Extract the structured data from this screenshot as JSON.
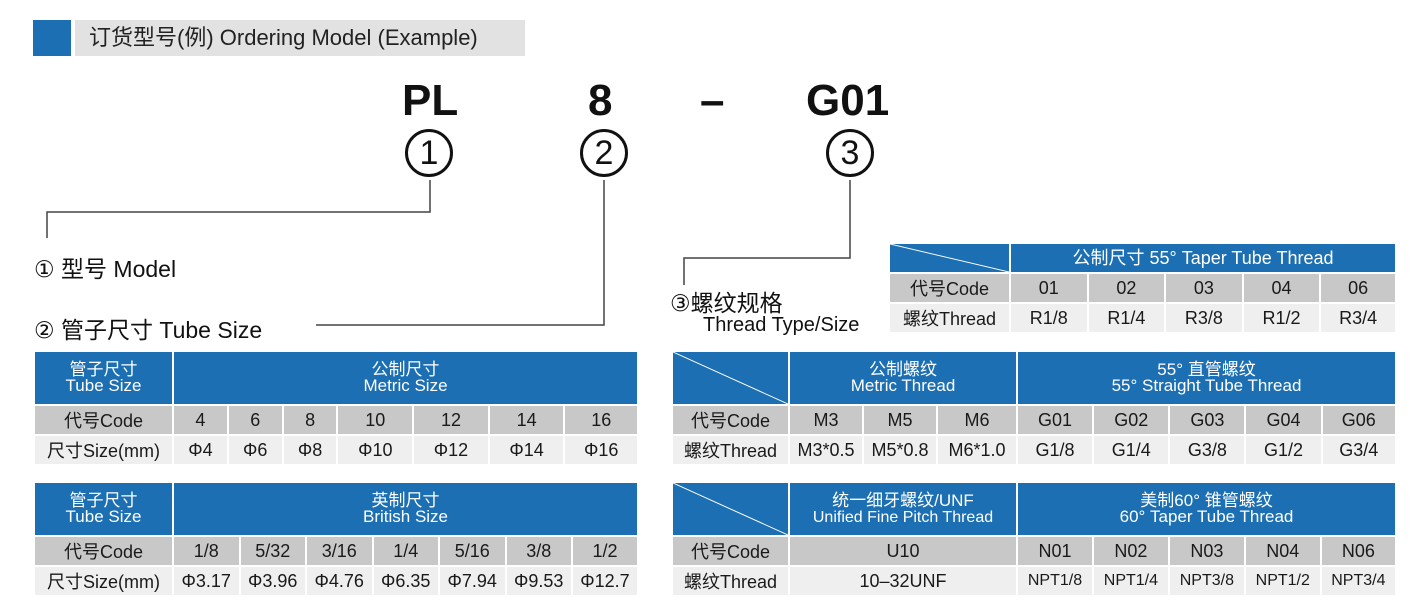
{
  "header": {
    "title": "订货型号(例) Ordering Model (Example)"
  },
  "model": {
    "code1": "PL",
    "code2": "8",
    "dash": "–",
    "code3": "G01",
    "n1": "1",
    "n2": "2",
    "n3": "3"
  },
  "legend": {
    "item1_num": "①",
    "item1": "型号 Model",
    "item2_num": "②",
    "item2": "管子尺寸 Tube Size",
    "item3_num": "③",
    "item3_cn": "螺纹规格",
    "item3_en": "Thread Type/Size"
  },
  "taper_table": {
    "header": "公制尺寸 55°  Taper Tube Thread",
    "code_label": "代号Code",
    "thread_label": "螺纹Thread",
    "codes": [
      "01",
      "02",
      "03",
      "04",
      "06"
    ],
    "threads": [
      "R1/8",
      "R1/4",
      "R3/8",
      "R1/2",
      "R3/4"
    ]
  },
  "metric_size_table": {
    "h_cn": "管子尺寸",
    "h_en": "Tube Size",
    "t_cn": "公制尺寸",
    "t_en": "Metric Size",
    "code_label": "代号Code",
    "size_label": "尺寸Size(mm)",
    "codes": [
      "4",
      "6",
      "8",
      "10",
      "12",
      "14",
      "16"
    ],
    "sizes": [
      "Φ4",
      "Φ6",
      "Φ8",
      "Φ10",
      "Φ12",
      "Φ14",
      "Φ16"
    ]
  },
  "british_size_table": {
    "h_cn": "管子尺寸",
    "h_en": "Tube Size",
    "t_cn": "英制尺寸",
    "t_en": "British Size",
    "code_label": "代号Code",
    "size_label": "尺寸Size(mm)",
    "codes": [
      "1/8",
      "5/32",
      "3/16",
      "1/4",
      "5/16",
      "3/8",
      "1/2"
    ],
    "sizes": [
      "Φ3.17",
      "Φ3.96",
      "Φ4.76",
      "Φ6.35",
      "Φ7.94",
      "Φ9.53",
      "Φ12.7"
    ]
  },
  "thread_table1": {
    "metric_cn": "公制螺纹",
    "metric_en": "Metric Thread",
    "straight_cn": "55° 直管螺纹",
    "straight_en": "55°  Straight Tube Thread",
    "code_label": "代号Code",
    "thread_label": "螺纹Thread",
    "codes": [
      "M3",
      "M5",
      "M6",
      "G01",
      "G02",
      "G03",
      "G04",
      "G06"
    ],
    "threads": [
      "M3*0.5",
      "M5*0.8",
      "M6*1.0",
      "G1/8",
      "G1/4",
      "G3/8",
      "G1/2",
      "G3/4"
    ]
  },
  "thread_table2": {
    "unf_cn": "统一细牙螺纹/UNF",
    "unf_en": "Unified Fine Pitch Thread",
    "npt_cn": "美制60°  锥管螺纹",
    "npt_en": "60°  Taper Tube Thread",
    "code_label": "代号Code",
    "thread_label": "螺纹Thread",
    "unf_code": "U10",
    "unf_thread": "10–32UNF",
    "codes": [
      "N01",
      "N02",
      "N03",
      "N04",
      "N06"
    ],
    "threads": [
      "NPT1/8",
      "NPT1/4",
      "NPT3/8",
      "NPT1/2",
      "NPT3/4"
    ]
  }
}
